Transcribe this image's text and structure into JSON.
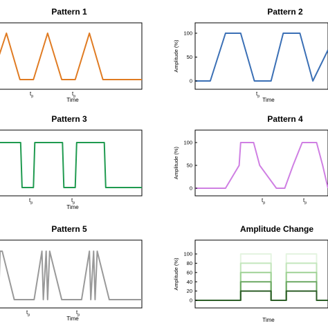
{
  "chart_data": [
    {
      "type": "line",
      "title": "Pattern 1",
      "xlabel": "Time",
      "ylabel": "",
      "ylim": [
        0,
        100
      ],
      "show_yticks": false,
      "annotations": [
        "t",
        "t"
      ],
      "annotation_subscript": "p",
      "series": [
        {
          "color": "#e07b22",
          "x": [
            0,
            14,
            33,
            52,
            72,
            92,
            111,
            131,
            150,
            205
          ],
          "y": [
            35,
            100,
            0,
            0,
            100,
            0,
            0,
            100,
            0,
            0
          ]
        }
      ]
    },
    {
      "type": "line",
      "title": "Pattern 2",
      "xlabel": "Time",
      "ylabel": "Amplitude (%)",
      "ylim": [
        0,
        100
      ],
      "yticks": [
        0,
        50,
        100
      ],
      "annotations": [
        "t"
      ],
      "annotation_subscript": "p",
      "series": [
        {
          "color": "#3a6fb5",
          "x": [
            0,
            20,
            40,
            60,
            78,
            100,
            116,
            138,
            155,
            175
          ],
          "y": [
            0,
            0,
            100,
            100,
            0,
            0,
            100,
            100,
            0,
            65
          ]
        }
      ]
    },
    {
      "type": "line",
      "title": "Pattern 3",
      "xlabel": "Time",
      "ylabel": "",
      "ylim": [
        0,
        100
      ],
      "show_yticks": false,
      "annotations": [
        "t",
        "t"
      ],
      "annotation_subscript": "p",
      "series": [
        {
          "color": "#1f9a4f",
          "x": [
            0,
            34,
            36,
            52,
            54,
            93,
            95,
            111,
            113,
            152,
            154,
            205
          ],
          "y": [
            100,
            100,
            0,
            0,
            100,
            100,
            0,
            0,
            100,
            100,
            0,
            0
          ]
        }
      ]
    },
    {
      "type": "line",
      "title": "Pattern 4",
      "xlabel": "",
      "ylabel": "Amplitude (%)",
      "ylim": [
        0,
        100
      ],
      "yticks": [
        0,
        50,
        100
      ],
      "annotations": [
        "t",
        "t"
      ],
      "annotation_subscript": "p",
      "series": [
        {
          "color": "#cf7fe3",
          "x": [
            0,
            40,
            58,
            60,
            77,
            85,
            107,
            118,
            129,
            141,
            143,
            160,
            168,
            175
          ],
          "y": [
            0,
            0,
            50,
            100,
            100,
            50,
            0,
            0,
            50,
            100,
            100,
            100,
            50,
            0
          ]
        }
      ]
    },
    {
      "type": "line",
      "title": "Pattern 5",
      "xlabel": "Time",
      "ylabel": "",
      "ylim": [
        0,
        100
      ],
      "show_yticks": false,
      "annotations": [
        "t",
        "t"
      ],
      "annotation_subscript": "p",
      "series": [
        {
          "color": "#999999",
          "x": [
            0,
            3,
            5,
            8,
            25,
            33,
            53,
            64,
            66,
            70,
            72,
            75,
            92,
            100,
            120,
            131,
            133,
            137,
            139,
            142,
            159,
            167,
            187,
            205
          ],
          "y": [
            0,
            0,
            100,
            100,
            0,
            0,
            0,
            100,
            0,
            100,
            0,
            100,
            0,
            0,
            0,
            100,
            0,
            100,
            0,
            100,
            0,
            0,
            0,
            0
          ]
        }
      ]
    },
    {
      "type": "line",
      "title": "Amplitude Change",
      "xlabel": "Time",
      "ylabel": "Amplitude (%)",
      "ylim": [
        0,
        100
      ],
      "yticks": [
        0,
        20,
        40,
        60,
        80,
        100
      ],
      "series": [
        {
          "color": "#e4f4e0",
          "x": [
            0,
            60,
            60,
            100,
            100,
            120,
            120,
            160,
            160,
            175
          ],
          "y": [
            0,
            0,
            100,
            100,
            0,
            0,
            100,
            100,
            0,
            0
          ]
        },
        {
          "color": "#c3e6bc",
          "x": [
            0,
            60,
            60,
            100,
            100,
            120,
            120,
            160,
            160,
            175
          ],
          "y": [
            0,
            0,
            80,
            80,
            0,
            0,
            80,
            80,
            0,
            0
          ]
        },
        {
          "color": "#9fd295",
          "x": [
            0,
            60,
            60,
            100,
            100,
            120,
            120,
            160,
            160,
            175
          ],
          "y": [
            0,
            0,
            60,
            60,
            0,
            0,
            60,
            60,
            0,
            0
          ]
        },
        {
          "color": "#6ba862",
          "x": [
            0,
            60,
            60,
            100,
            100,
            120,
            120,
            160,
            160,
            175
          ],
          "y": [
            0,
            0,
            40,
            40,
            0,
            0,
            40,
            40,
            0,
            0
          ]
        },
        {
          "color": "#2d5e28",
          "x": [
            0,
            60,
            60,
            100,
            100,
            120,
            120,
            160,
            160,
            175
          ],
          "y": [
            0,
            0,
            20,
            20,
            0,
            0,
            20,
            20,
            0,
            0
          ]
        }
      ]
    }
  ]
}
